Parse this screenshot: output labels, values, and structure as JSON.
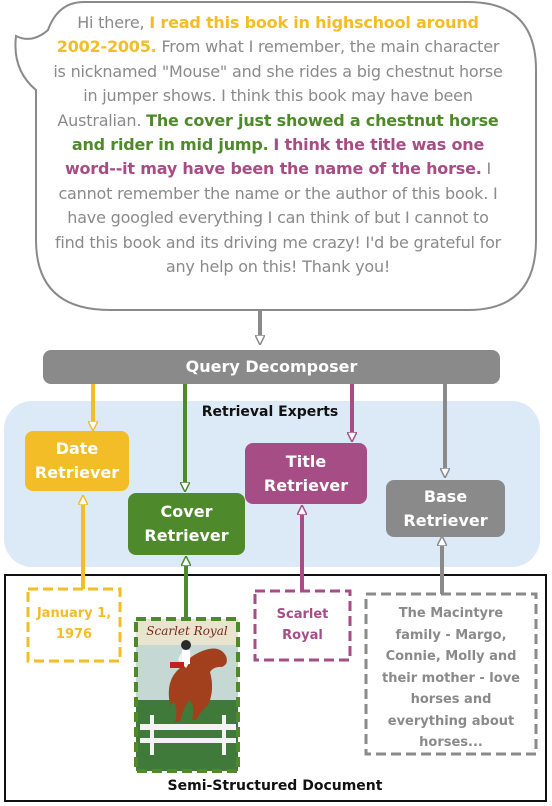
{
  "query": {
    "intro": "Hi there, ",
    "highlight_date": "I read this book in highschool around 2002-2005.",
    "text_1": " From what I remember, the main character is nicknamed \"Mouse\" and she rides a big chestnut horse in jumper shows. I think this book may have been Australian. ",
    "highlight_cover": "The cover just showed a chestnut horse and rider in mid jump.",
    "text_2": " ",
    "highlight_title": "I think the title was one word--it may have been the name of the horse.",
    "text_3": " I cannot remember the name or the author of this book. I have googled everything I can think of but I cannot to find this book and its driving me crazy! I'd be grateful for any help on this! Thank you!"
  },
  "decomposer": {
    "label": "Query Decomposer"
  },
  "experts": {
    "title": "Retrieval Experts",
    "date": {
      "line1": "Date",
      "line2": "Retriever"
    },
    "cover": {
      "line1": "Cover",
      "line2": "Retriever"
    },
    "title_retriever": {
      "line1": "Title",
      "line2": "Retriever"
    },
    "base": {
      "line1": "Base",
      "line2": "Retriever"
    }
  },
  "document": {
    "label": "Semi-Structured Document",
    "date_value": {
      "line1": "January 1,",
      "line2": "1976"
    },
    "title_value": {
      "line1": "Scarlet",
      "line2": "Royal"
    },
    "description": [
      "The Macintyre",
      "family - Margo,",
      "Connie, Molly and",
      "their mother - love",
      "horses and",
      "everything about",
      "horses..."
    ],
    "cover_title": "Scarlet Royal"
  },
  "colors": {
    "gray": "#8a8a8a",
    "yellow": "#f2bd26",
    "green": "#4e8a2c",
    "purple": "#a64d86",
    "panel": "#dce9f7"
  }
}
